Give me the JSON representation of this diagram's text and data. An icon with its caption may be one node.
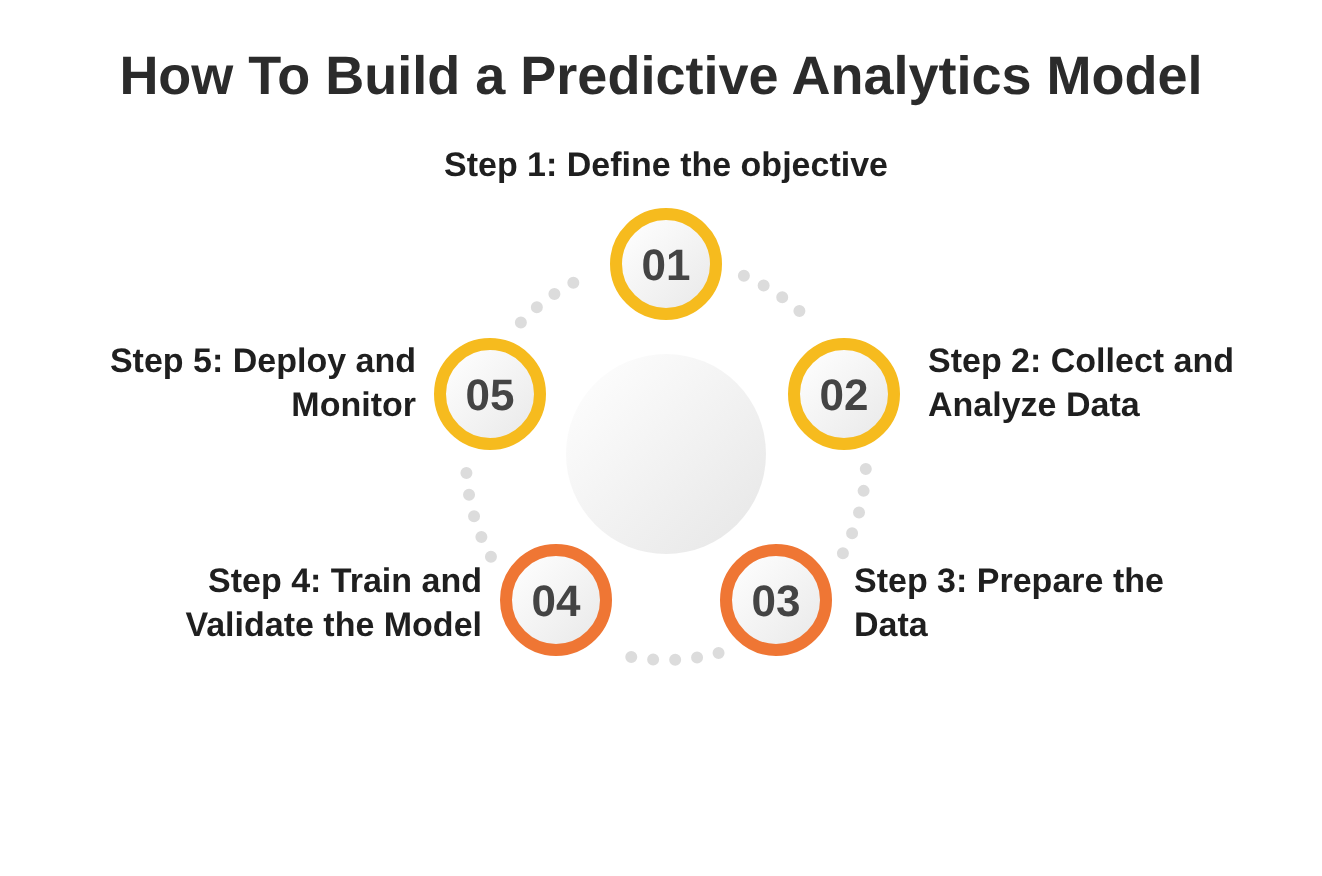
{
  "diagram": {
    "title": "How To Build a Predictive Analytics Model",
    "nodes": [
      {
        "text": [
          "01"
        ],
        "beside": [
          "Step 1: Define the objective"
        ]
      },
      {
        "text": [
          "02"
        ],
        "beside": [
          "Step 2: Collect and Analyze Data"
        ]
      },
      {
        "text": [
          "03"
        ],
        "beside": [
          "Step 3: Prepare the Data"
        ]
      },
      {
        "text": [
          "04"
        ],
        "beside": [
          "Step 4: Train and Validate the Model"
        ]
      },
      {
        "text": [
          "05"
        ],
        "beside": [
          "Step 5: Deploy and Monitor"
        ]
      },
      {
        "text": [],
        "shape": "circle"
      }
    ],
    "edges": [
      {
        "from": 0,
        "to": 1,
        "arrow": "none",
        "style": "dashed"
      },
      {
        "from": 1,
        "to": 2,
        "arrow": "none",
        "style": "dashed"
      },
      {
        "from": 2,
        "to": 3,
        "arrow": "none",
        "style": "dashed"
      },
      {
        "from": 3,
        "to": 4,
        "arrow": "none",
        "style": "dashed"
      },
      {
        "from": 4,
        "to": 0,
        "arrow": "none",
        "style": "dashed"
      }
    ]
  }
}
